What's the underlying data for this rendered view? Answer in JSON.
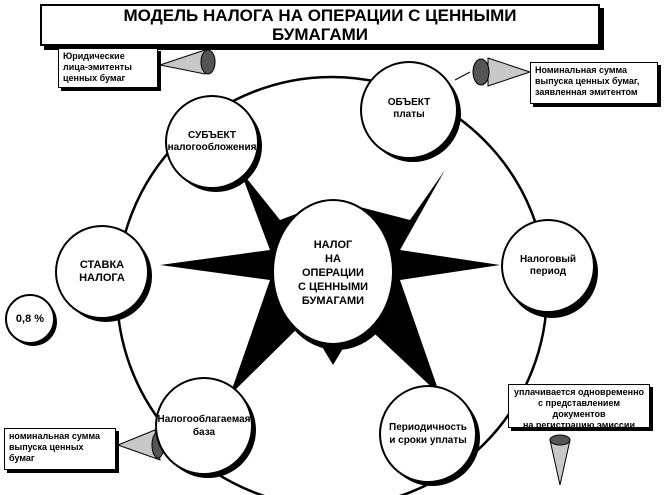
{
  "title": "МОДЕЛЬ НАЛОГА НА  ОПЕРАЦИИ С ЦЕННЫМИ\nБУМАГАМИ",
  "center": "НАЛОГ\nНА\nОПЕРАЦИИ\nС ЦЕННЫМИ\nБУМАГАМИ",
  "nodes": {
    "subject": "СУБЪЕКТ\nналогообложения",
    "object": "ОБЪЕКТ\nплаты",
    "rate": "СТАВКА\nНАЛОГА",
    "period": "Налоговый\nпериод",
    "base": "Налогооблагаемая\nбаза",
    "terms": "Периодичность\nи  сроки уплаты"
  },
  "notes": {
    "subject": "Юридические\nлица-эмитенты\nценных бумаг",
    "object": "Номинальная сумма\nвыпуска  ценных бумаг,\nзаявленная  эмитентом",
    "rate": "0,8 %",
    "base": "номинальная сумма\nвыпуска ценных\nбумаг",
    "terms": "уплачивается одновременно\nс представлением документов\nна регистрацию эмиссии"
  },
  "colors": {
    "ink": "#000000",
    "paper": "#ffffff",
    "pointer": "#bdbdbd"
  }
}
